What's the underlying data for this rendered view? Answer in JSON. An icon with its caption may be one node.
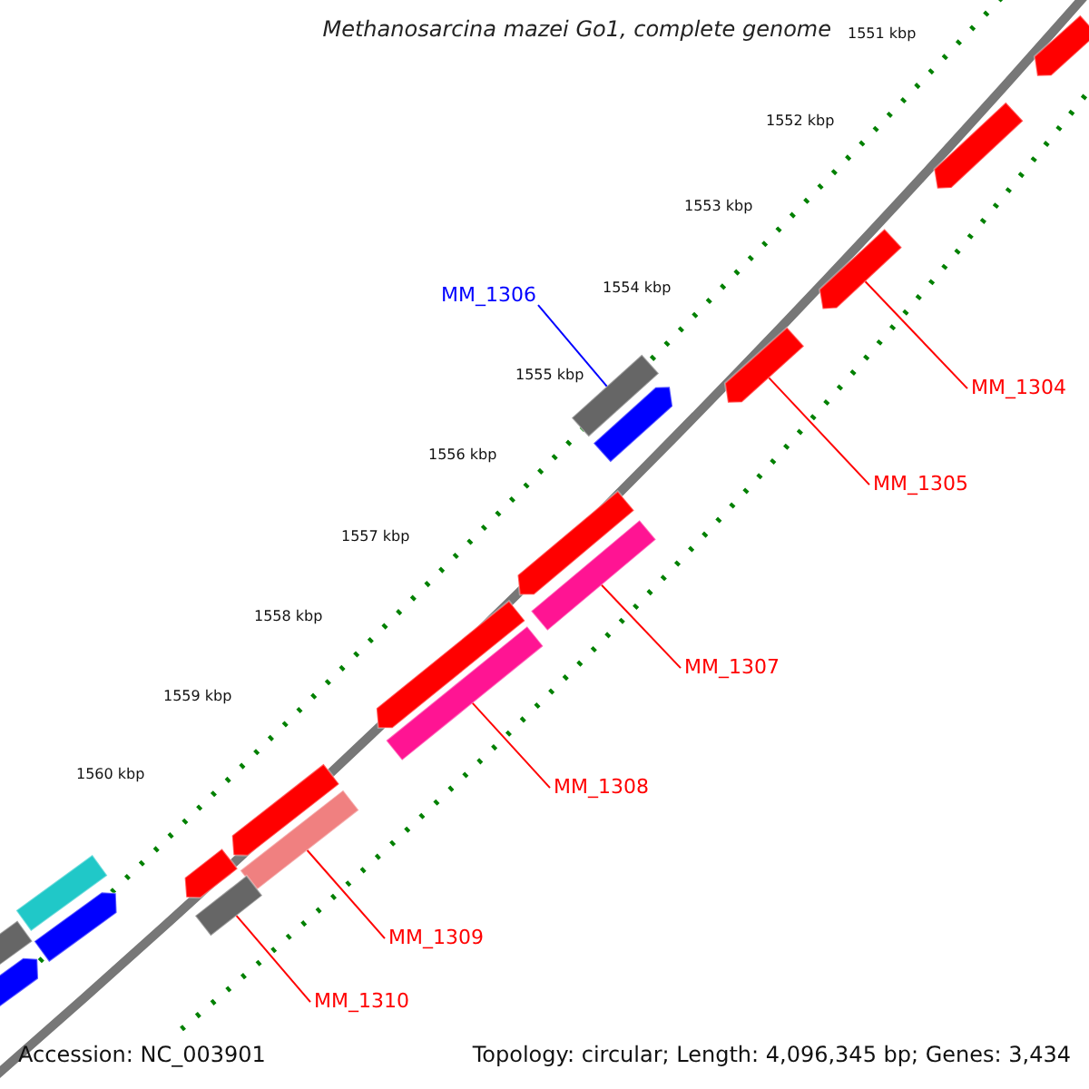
{
  "diagram": {
    "title": "Methanosarcina mazei Go1, complete genome",
    "nodes": [
      {
        "text": [],
        "shape": "bar"
      },
      {
        "text": [],
        "shape": "bar"
      },
      {
        "text": [],
        "shape": "bar"
      },
      {
        "text": [],
        "shape": "bar"
      },
      {
        "text": [],
        "shape": "bar"
      },
      {
        "text": [],
        "shape": "bar"
      },
      {
        "text": [],
        "shape": "bar"
      },
      {
        "text": [],
        "shape": "bar"
      },
      {
        "text": [],
        "shape": "bar"
      },
      {
        "text": [],
        "shape": "bar"
      },
      {
        "text": [],
        "shape": "bar"
      },
      {
        "text": [],
        "shape": "bar"
      },
      {
        "text": [],
        "shape": "bar"
      },
      {
        "text": [],
        "shape": "bar"
      },
      {
        "text": [],
        "shape": "bar"
      },
      {
        "text": [],
        "shape": "bar"
      },
      {
        "text": [],
        "shape": "bar"
      },
      {
        "text": [],
        "shape": "bar"
      },
      {
        "text": [
          "MM_1304"
        ]
      },
      {
        "text": [
          "MM_1305"
        ]
      },
      {
        "text": [
          "MM_1306"
        ]
      },
      {
        "text": [
          "MM_1307"
        ]
      },
      {
        "text": [
          "MM_1308"
        ]
      },
      {
        "text": [
          "MM_1309"
        ]
      },
      {
        "text": [
          "MM_1310"
        ]
      }
    ],
    "edges": [
      {
        "from": 18,
        "to": 2,
        "arrow": "none"
      },
      {
        "from": 19,
        "to": 3,
        "arrow": "none"
      },
      {
        "from": 20,
        "to": 4,
        "arrow": "none",
        "color": "#0000ff"
      },
      {
        "from": 21,
        "to": 7,
        "arrow": "none"
      },
      {
        "from": 22,
        "to": 9,
        "arrow": "none"
      },
      {
        "from": 23,
        "to": 11,
        "arrow": "none"
      },
      {
        "from": 24,
        "to": 13,
        "arrow": "none"
      }
    ],
    "labels": [
      "1551 kbp",
      "1552 kbp",
      "1553 kbp",
      "1554 kbp",
      "1555 kbp",
      "1556 kbp",
      "1557 kbp",
      "1558 kbp",
      "1559 kbp",
      "1560 kbp",
      "Accession: NC_003901",
      "Topology: circular; Length: 4,096,345 bp; Genes: 3,434"
    ]
  }
}
